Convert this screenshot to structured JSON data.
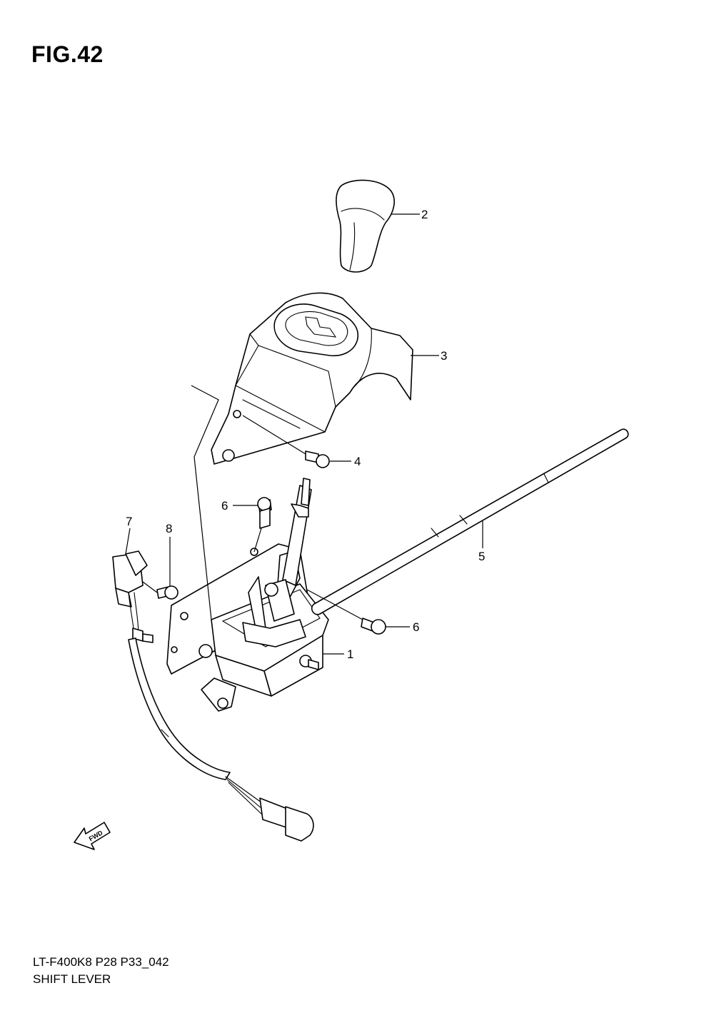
{
  "figure": {
    "title": "FIG.42",
    "code": "LT-F400K8 P28 P33_042",
    "name": "SHIFT LEVER",
    "fwd_label": "FWD"
  },
  "callouts": [
    {
      "id": "1",
      "label": "1",
      "part": "shift-lever-assembly"
    },
    {
      "id": "2",
      "label": "2",
      "part": "shift-knob"
    },
    {
      "id": "3",
      "label": "3",
      "part": "shift-lever-cover"
    },
    {
      "id": "4",
      "label": "4",
      "part": "cover-bolt"
    },
    {
      "id": "5",
      "label": "5",
      "part": "shift-cable"
    },
    {
      "id": "6a",
      "label": "6",
      "part": "bracket-bolt"
    },
    {
      "id": "6b",
      "label": "6",
      "part": "cable-bolt"
    },
    {
      "id": "7",
      "label": "7",
      "part": "switch"
    },
    {
      "id": "8",
      "label": "8",
      "part": "switch-screw"
    }
  ]
}
